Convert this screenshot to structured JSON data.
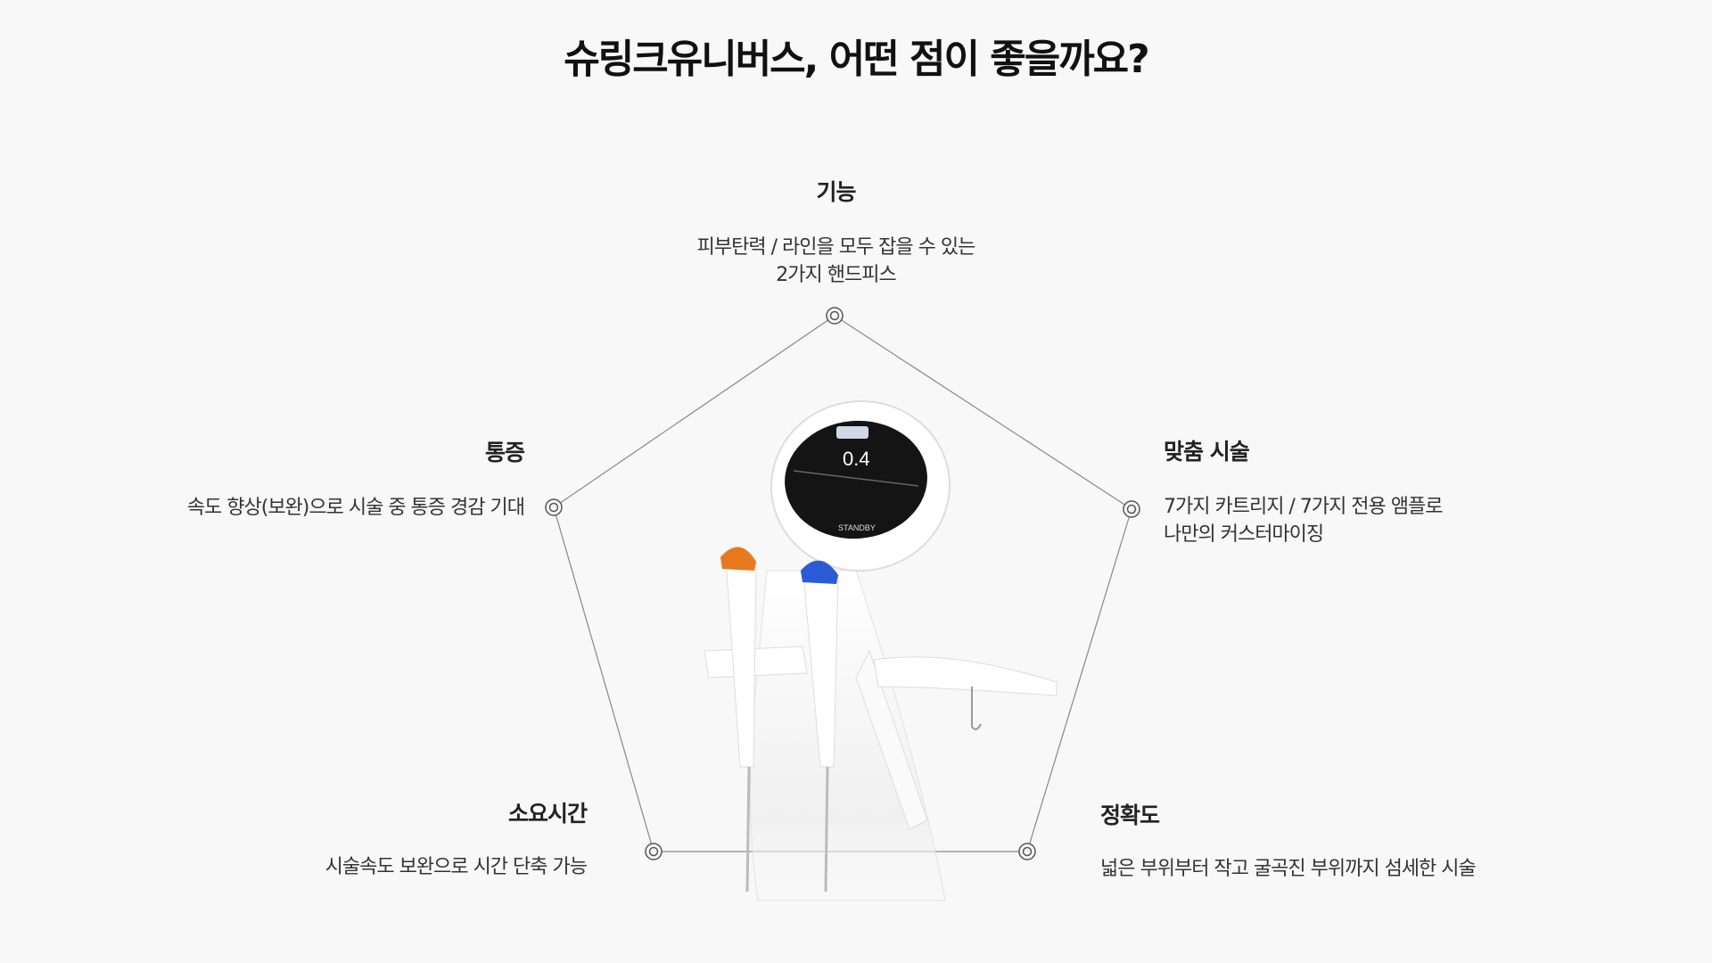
{
  "title": "슈링크유니버스, 어떤 점이 좋을까요?",
  "features": {
    "top": {
      "heading": "기능",
      "desc1": "피부탄력 / 라인을 모두 잡을 수 있는",
      "desc2": "2가지 핸드피스"
    },
    "left": {
      "heading": "통증",
      "desc1": "속도 향상(보완)으로 시술 중 통증 경감 기대"
    },
    "right": {
      "heading": "맞춤 시술",
      "desc1": "7가지 카트리지 / 7가지 전용 앰플로",
      "desc2": "나만의 커스터마이징"
    },
    "bottom_left": {
      "heading": "소요시간",
      "desc1": "시술속도 보완으로 시간 단축 가능"
    },
    "bottom_right": {
      "heading": "정확도",
      "desc1": "넓은 부위부터 작고 굴곡진 부위까지 섬세한 시술"
    }
  },
  "device": {
    "screen_value": "0.4",
    "screen_status": "STANDBY"
  },
  "colors": {
    "left_handpiece": "#e8791e",
    "right_handpiece": "#2a5bd7"
  }
}
